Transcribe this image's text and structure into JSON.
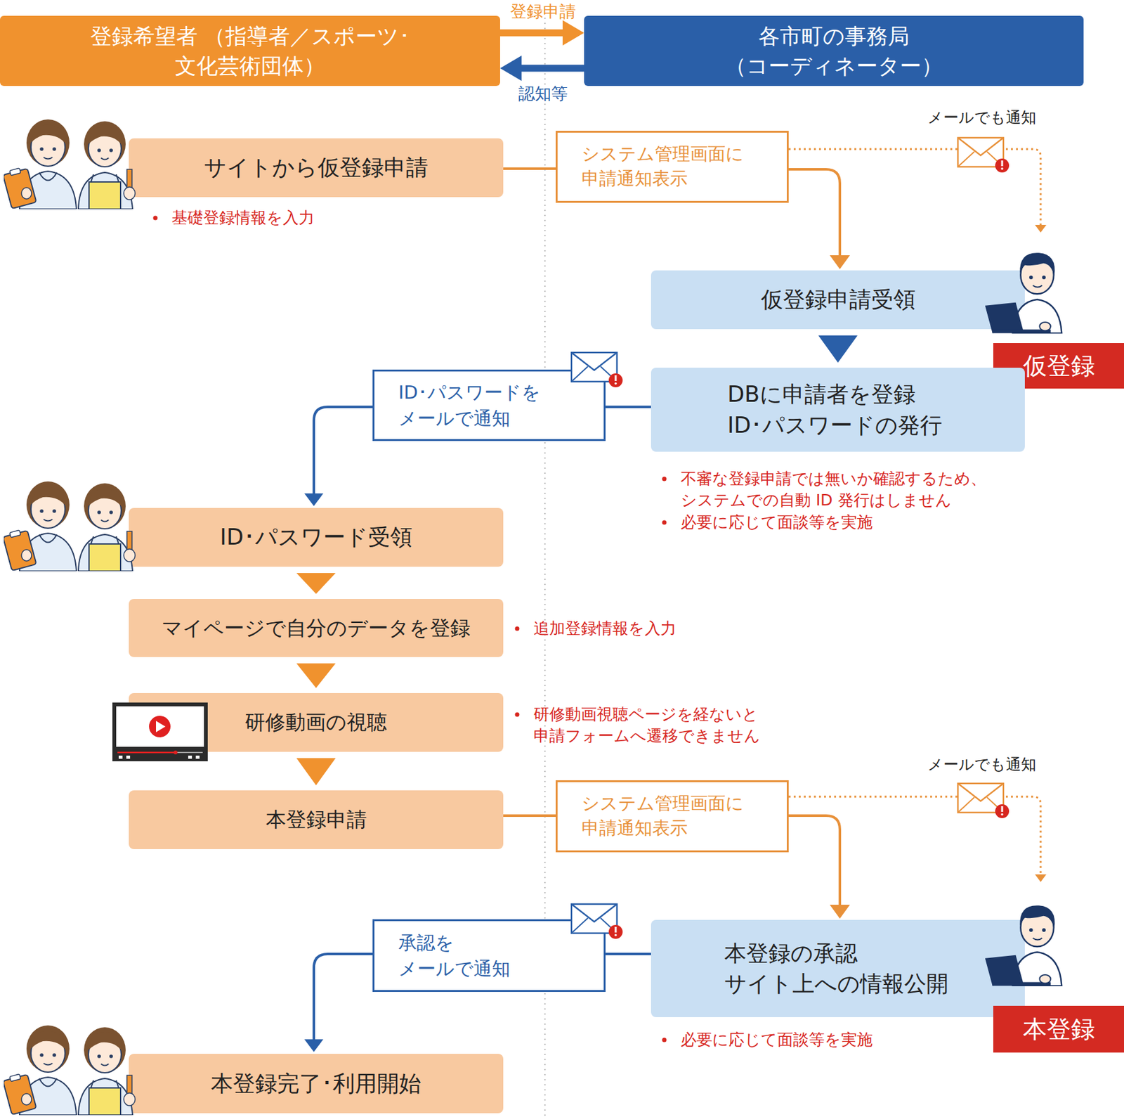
{
  "diagram": {
    "nodes": [
      {
        "text": [
          "登録希望者 （指導者／スポーツ･文化芸術団体）"
        ]
      },
      {
        "text": [
          "各市町の事務局 （コーディネーター）"
        ]
      },
      {
        "text": [
          "サイトから仮登録申請"
        ]
      },
      {
        "text": [
          "システム管理画面に 申請通知表示"
        ]
      },
      {
        "text": [
          "仮登録申請受領"
        ]
      },
      {
        "text": [
          "仮登録"
        ]
      },
      {
        "text": [
          "DBに申請者を登録 ID･パスワードの発行"
        ]
      },
      {
        "text": [
          "ID･パスワードを メールで通知"
        ]
      },
      {
        "text": [
          "ID･パスワード受領"
        ]
      },
      {
        "text": [
          "マイページで自分のデータを登録"
        ]
      },
      {
        "text": [
          "研修動画の視聴"
        ]
      },
      {
        "text": [
          "本登録申請"
        ]
      },
      {
        "text": [
          "システム管理画面に 申請通知表示"
        ]
      },
      {
        "text": [
          "本登録の承認 サイト上への情報公開"
        ]
      },
      {
        "text": [
          "本登録"
        ]
      },
      {
        "text": [
          "承認を メールで通知"
        ]
      },
      {
        "text": [
          "本登録完了･利用開始"
        ]
      }
    ],
    "edges": [
      {
        "from": 0,
        "to": 1,
        "arrow": "to",
        "label": "登録申請"
      },
      {
        "from": 1,
        "to": 0,
        "arrow": "to",
        "label": "認知等"
      },
      {
        "from": 2,
        "to": 3,
        "arrow": "none"
      },
      {
        "from": 3,
        "to": 4,
        "arrow": "to"
      },
      {
        "from": 3,
        "to": 4,
        "arrow": "to",
        "label": "メールでも通知"
      },
      {
        "from": 4,
        "to": 6,
        "arrow": "to"
      },
      {
        "from": 6,
        "to": 7,
        "arrow": "none"
      },
      {
        "from": 7,
        "to": 8,
        "arrow": "to"
      },
      {
        "from": 8,
        "to": 9,
        "arrow": "to"
      },
      {
        "from": 9,
        "to": 10,
        "arrow": "to"
      },
      {
        "from": 10,
        "to": 11,
        "arrow": "to"
      },
      {
        "from": 11,
        "to": 12,
        "arrow": "none"
      },
      {
        "from": 12,
        "to": 13,
        "arrow": "to"
      },
      {
        "from": 12,
        "to": 13,
        "arrow": "to",
        "label": "メールでも通知"
      },
      {
        "from": 13,
        "to": 15,
        "arrow": "none"
      },
      {
        "from": 15,
        "to": 16,
        "arrow": "to"
      }
    ],
    "labels": [
      "基礎登録情報を入力",
      "不審な登録申請では無いか確認するため、 システムでの自動 ID 発行はしません",
      "必要に応じて面談等を実施",
      "追加登録情報を入力",
      "研修動画視聴ページを経ないと 申請フォームへ遷移できません",
      "必要に応じて面談等を実施"
    ]
  }
}
